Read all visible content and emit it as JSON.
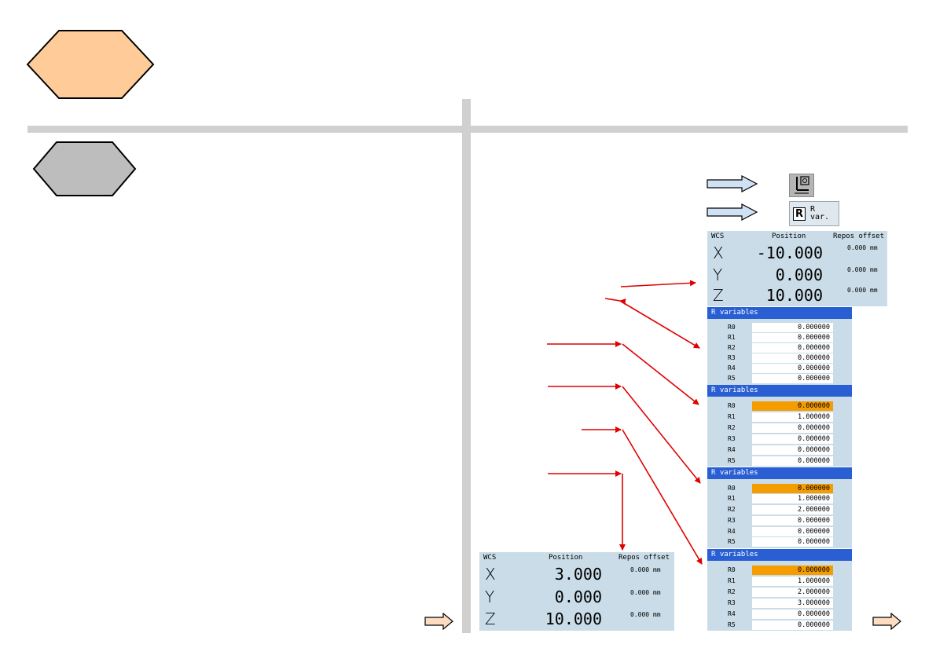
{
  "icons": {
    "offset_button": "offset-icon",
    "rvar_button": "r-variables-icon"
  },
  "rvar_button": {
    "r": "R",
    "text": "R\nvar."
  },
  "wcs_top": {
    "headers": {
      "wcs": "WCS",
      "position": "Position",
      "repos": "Repos offset"
    },
    "rows": [
      {
        "axis": "X",
        "value": "-10.000",
        "offset": "0.000 mm"
      },
      {
        "axis": "Y",
        "value": "0.000",
        "offset": "0.000 mm"
      },
      {
        "axis": "Z",
        "value": "10.000",
        "offset": "0.000 mm"
      }
    ]
  },
  "wcs_bottom": {
    "headers": {
      "wcs": "WCS",
      "position": "Position",
      "repos": "Repos offset"
    },
    "rows": [
      {
        "axis": "X",
        "value": "3.000",
        "offset": "0.000 mm"
      },
      {
        "axis": "Y",
        "value": "0.000",
        "offset": "0.000 mm"
      },
      {
        "axis": "Z",
        "value": "10.000",
        "offset": "0.000 mm"
      }
    ]
  },
  "rpanels": [
    {
      "title": "R variables",
      "rows": [
        {
          "label": "R0",
          "value": "0.000000"
        },
        {
          "label": "R1",
          "value": "0.000000"
        },
        {
          "label": "R2",
          "value": "0.000000"
        },
        {
          "label": "R3",
          "value": "0.000000"
        },
        {
          "label": "R4",
          "value": "0.000000"
        },
        {
          "label": "R5",
          "value": "0.000000"
        }
      ]
    },
    {
      "title": "R variables",
      "rows": [
        {
          "label": "R0",
          "value": "0.000000"
        },
        {
          "label": "R1",
          "value": "1.000000"
        },
        {
          "label": "R2",
          "value": "0.000000"
        },
        {
          "label": "R3",
          "value": "0.000000"
        },
        {
          "label": "R4",
          "value": "0.000000"
        },
        {
          "label": "R5",
          "value": "0.000000"
        }
      ]
    },
    {
      "title": "R variables",
      "rows": [
        {
          "label": "R0",
          "value": "0.000000"
        },
        {
          "label": "R1",
          "value": "1.000000"
        },
        {
          "label": "R2",
          "value": "2.000000"
        },
        {
          "label": "R3",
          "value": "0.000000"
        },
        {
          "label": "R4",
          "value": "0.000000"
        },
        {
          "label": "R5",
          "value": "0.000000"
        }
      ]
    },
    {
      "title": "R variables",
      "rows": [
        {
          "label": "R0",
          "value": "0.000000"
        },
        {
          "label": "R1",
          "value": "1.000000"
        },
        {
          "label": "R2",
          "value": "2.000000"
        },
        {
          "label": "R3",
          "value": "3.000000"
        },
        {
          "label": "R4",
          "value": "0.000000"
        },
        {
          "label": "R5",
          "value": "0.000000"
        }
      ]
    }
  ],
  "colors": {
    "hex_orange": "#ffcc99",
    "hex_gray": "#bdbdbd",
    "panel_bg": "#c9dce8",
    "title_blue": "#2a5fd4",
    "selected_cell": "#f59c00",
    "arrow_red": "#e00000",
    "step_arrow": "#cfe1f4",
    "next_arrow": "#fddcc0"
  }
}
